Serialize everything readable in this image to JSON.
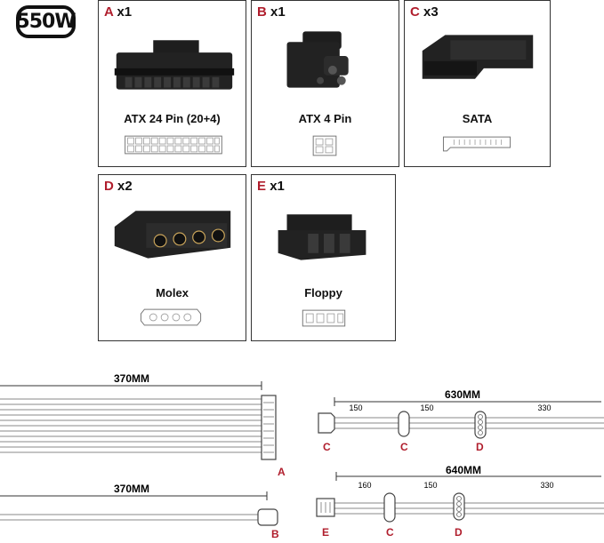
{
  "wattage": "550W",
  "connectors": [
    {
      "letter": "A",
      "count": "x1",
      "name": "ATX 24 Pin (20+4)"
    },
    {
      "letter": "B",
      "count": "x1",
      "name": "ATX 4 Pin"
    },
    {
      "letter": "C",
      "count": "x3",
      "name": "SATA"
    },
    {
      "letter": "D",
      "count": "x2",
      "name": "Molex"
    },
    {
      "letter": "E",
      "count": "x1",
      "name": "Floppy"
    }
  ],
  "cables": {
    "atx24": {
      "length": "370MM",
      "label": "A"
    },
    "atx4": {
      "length": "370MM",
      "label": "B"
    },
    "sata_molex": {
      "length": "630MM",
      "seg1": "150",
      "seg2": "150",
      "seg3": "330",
      "labels": [
        "C",
        "C",
        "D"
      ]
    },
    "floppy_chain": {
      "length": "640MM",
      "seg1": "160",
      "seg2": "150",
      "seg3": "330",
      "labels": [
        "E",
        "C",
        "D"
      ]
    }
  }
}
